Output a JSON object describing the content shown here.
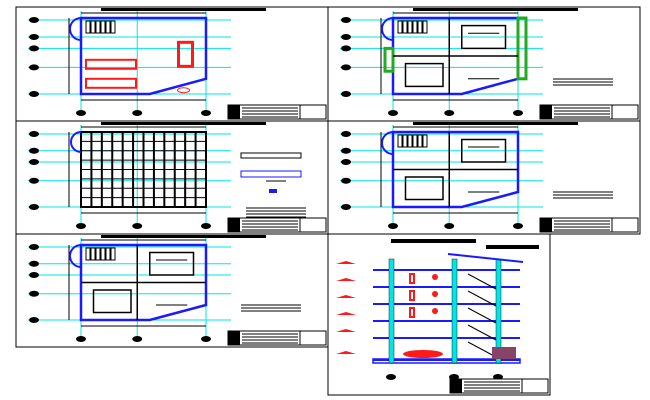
{
  "colors": {
    "grid": "#00e5e5",
    "wall": "#1a1aff",
    "fixture": "#ff1a1a",
    "line": "#000000",
    "hatch": "#22aa22",
    "beam": "#884466"
  },
  "sheets": [
    {
      "id": "sheet-1",
      "kind": "floor-plan",
      "x": [
        16,
        328
      ],
      "y": [
        7,
        121
      ],
      "fixtures": true,
      "rooms": false
    },
    {
      "id": "sheet-2",
      "kind": "floor-plan",
      "x": [
        328,
        640
      ],
      "y": [
        7,
        121
      ],
      "fixtures": false,
      "rooms": true,
      "hatch": true
    },
    {
      "id": "sheet-3",
      "kind": "framing-plan",
      "x": [
        16,
        328
      ],
      "y": [
        121,
        234
      ]
    },
    {
      "id": "sheet-4",
      "kind": "floor-plan",
      "x": [
        328,
        640
      ],
      "y": [
        121,
        234
      ],
      "fixtures": false,
      "rooms": true
    },
    {
      "id": "sheet-5",
      "kind": "floor-plan",
      "x": [
        16,
        328
      ],
      "y": [
        234,
        347
      ],
      "fixtures": false,
      "rooms": true
    },
    {
      "id": "sheet-6",
      "kind": "section",
      "x": [
        328,
        550
      ],
      "y": [
        234,
        395
      ]
    }
  ]
}
